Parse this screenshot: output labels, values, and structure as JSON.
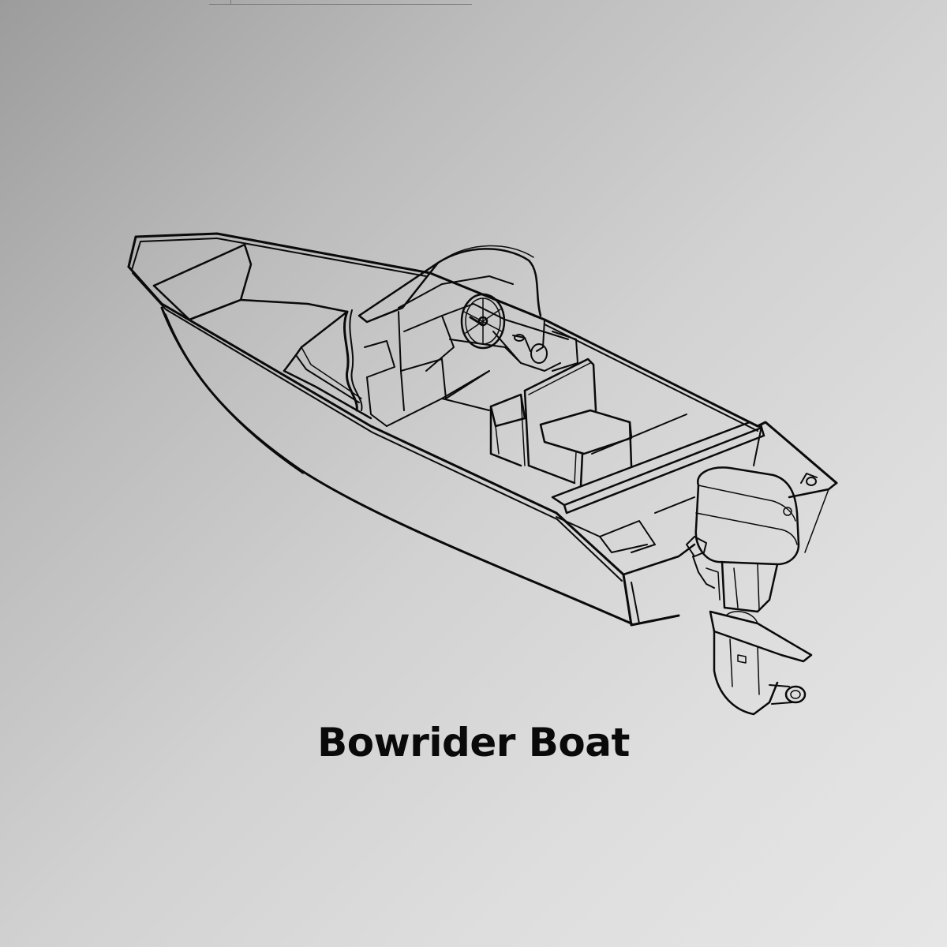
{
  "caption": {
    "title": "Bowrider Boat"
  },
  "illustration": {
    "subject": "bowrider-boat-line-art",
    "stroke_color": "#0a0a0a",
    "parts": [
      "hull",
      "bow-seating",
      "windshield",
      "steering-wheel",
      "throttle-lever",
      "helm-console",
      "seat",
      "transom-bench",
      "outboard-motor"
    ]
  },
  "background": {
    "gradient_start": "#9c9c9c",
    "gradient_end": "#e6e6e6"
  }
}
